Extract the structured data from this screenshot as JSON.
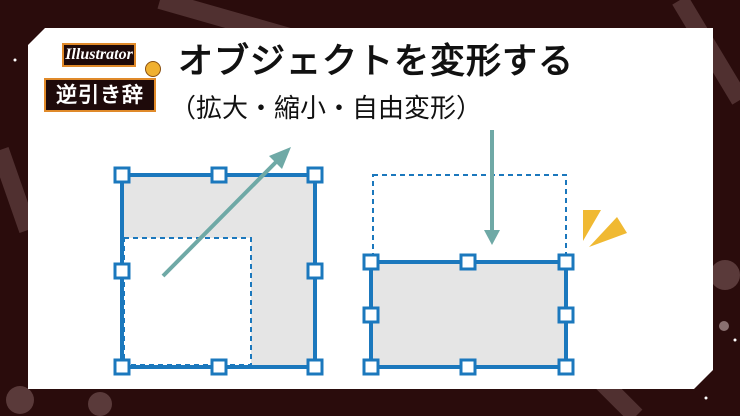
{
  "logo": {
    "top": "Illustrator",
    "bottom": "逆引き辞典"
  },
  "title": "オブジェクトを変形する",
  "subtitle": "（拡大・縮小・自由変形）",
  "colors": {
    "background": "#2a0c0c",
    "panel": "#ffffff",
    "frame": "#1b78bd",
    "fill": "#e5e5e5",
    "arrow": "#6fa9a6",
    "accent": "#f0b932",
    "logo_border": "#e08a2a"
  },
  "icons": [
    "beginner-mark-icon",
    "arrow-diagonal-icon",
    "arrow-down-icon",
    "sparkle-icon"
  ]
}
